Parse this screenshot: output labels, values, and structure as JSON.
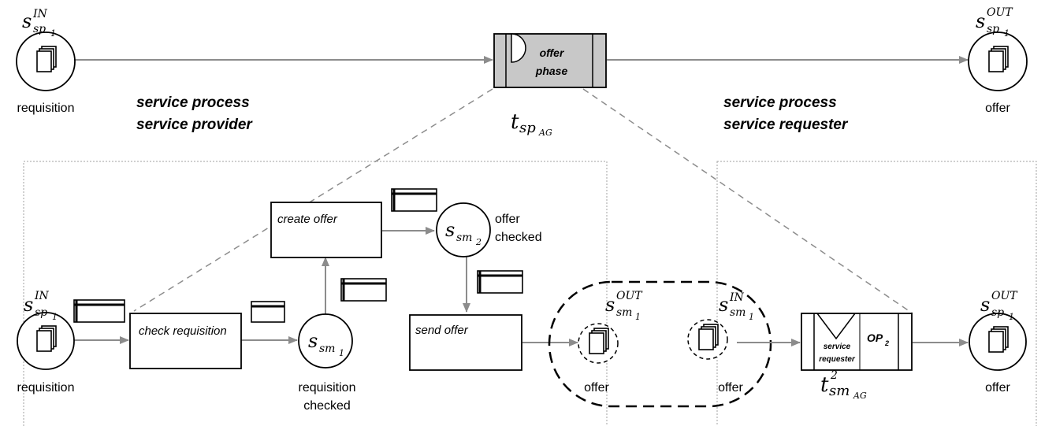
{
  "top": {
    "start_place": {
      "symbol": "s",
      "subscript": "sp",
      "sub_index": "1",
      "superscript": "IN",
      "label": "requisition"
    },
    "end_place": {
      "symbol": "s",
      "subscript": "sp",
      "sub_index": "1",
      "superscript": "OUT",
      "label": "offer"
    },
    "transition": {
      "label_line1": "offer",
      "label_line2": "phase",
      "symbol": "t",
      "subscript": "sp",
      "sub_sub": "AG"
    }
  },
  "captions": {
    "provider": [
      "service process",
      "service provider"
    ],
    "requester": [
      "service process",
      "service requester"
    ]
  },
  "provider": {
    "start_place": {
      "symbol": "s",
      "subscript": "sp",
      "sub_index": "1",
      "superscript": "IN",
      "label": "requisition"
    },
    "check_requisition": "check requisition",
    "create_offer": "create offer",
    "send_offer": "send offer",
    "place_sm1": {
      "symbol": "s",
      "subscript": "sm",
      "sub_index": "1",
      "label_line1": "requisition",
      "label_line2": "checked"
    },
    "place_sm2": {
      "symbol": "s",
      "subscript": "sm",
      "sub_index": "2",
      "label_line1": "offer",
      "label_line2": "checked"
    },
    "out_place": {
      "symbol": "s",
      "subscript": "sm",
      "sub_index": "1",
      "superscript": "OUT",
      "label": "offer"
    }
  },
  "requester": {
    "in_place": {
      "symbol": "s",
      "subscript": "sm",
      "sub_index": "1",
      "superscript": "IN",
      "label": "offer"
    },
    "transition": {
      "label_line1": "service",
      "label_line2": "requester",
      "op_label": "OP",
      "op_sub": "2",
      "symbol": "t",
      "superscript": "2",
      "subscript": "sm",
      "sub_sub": "AG"
    },
    "end_place": {
      "symbol": "s",
      "subscript": "sp",
      "sub_index": "1",
      "superscript": "OUT",
      "label": "offer"
    }
  },
  "colors": {
    "arrow": "#8c8c8c",
    "transition_fill": "#c8c8c8",
    "frame": "#a0a0a0"
  }
}
